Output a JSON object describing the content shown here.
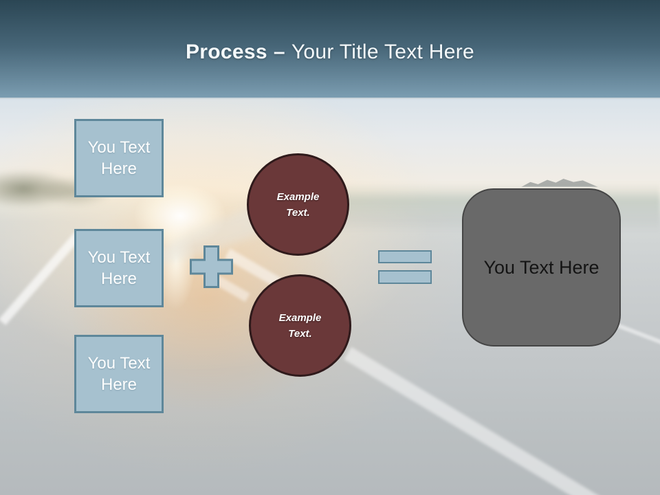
{
  "title": {
    "bold": "Process",
    "dash": "–",
    "rest": "Your Title Text Here"
  },
  "input_boxes": [
    {
      "label": "You Text Here"
    },
    {
      "label": "You Text Here"
    },
    {
      "label": "You Text Here"
    }
  ],
  "operators": {
    "plus_icon": "plus",
    "equals_icon": "equals"
  },
  "circles": [
    {
      "label": "Example Text."
    },
    {
      "label": "Example Text."
    }
  ],
  "result_box": {
    "label": "You Text Here"
  },
  "colors": {
    "header_top": "#2b4654",
    "header_bottom": "#7b9db1",
    "title_text": "#f4f9fb",
    "box_fill": "#a6c1cf",
    "box_border": "#5e879a",
    "box_text": "#ffffff",
    "circle_fill": "#6a3839",
    "circle_border": "#2f1a1b",
    "circle_text": "#ffffff",
    "result_fill": "#696969",
    "result_border": "#454545",
    "result_text": "#141414"
  }
}
